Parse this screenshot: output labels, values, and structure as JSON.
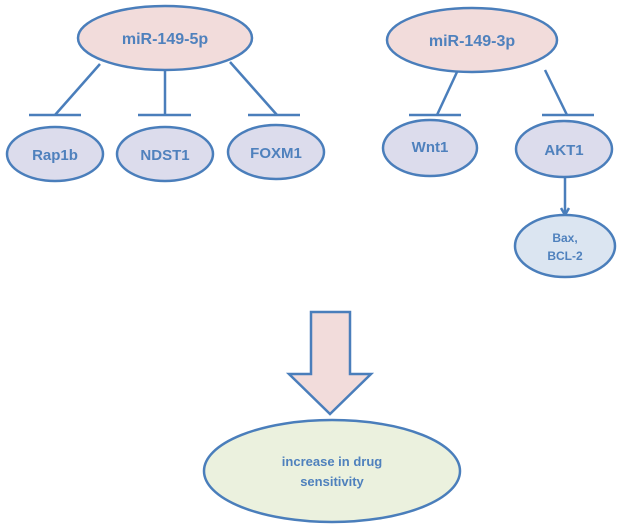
{
  "diagram": {
    "colors": {
      "stroke": "#4a7ebb",
      "text": "#4f81bd",
      "mirna_fill": "#f2dcdb",
      "target_fill": "#dcdcec",
      "downstream_fill": "#dbe5f1",
      "outcome_fill": "#ebf1de",
      "big_arrow_fill": "#f2dcdb"
    },
    "nodes": {
      "mir5p": {
        "label": "miR-149-5p",
        "type": "mirna"
      },
      "rap1b": {
        "label": "Rap1b",
        "type": "target"
      },
      "ndst1": {
        "label": "NDST1",
        "type": "target"
      },
      "foxm1": {
        "label": "FOXM1",
        "type": "target"
      },
      "mir3p": {
        "label": "miR-149-3p",
        "type": "mirna"
      },
      "wnt1": {
        "label": "Wnt1",
        "type": "target"
      },
      "akt1": {
        "label": "AKT1",
        "type": "target"
      },
      "bax": {
        "label_line1": "Bax,",
        "label_line2": "BCL-2",
        "type": "downstream"
      },
      "outcome": {
        "label_line1": "increase in drug",
        "label_line2": "sensitivity",
        "type": "outcome"
      }
    },
    "edges": [
      {
        "from": "miR-149-5p",
        "to": "Rap1b",
        "kind": "inhibition"
      },
      {
        "from": "miR-149-5p",
        "to": "NDST1",
        "kind": "inhibition"
      },
      {
        "from": "miR-149-5p",
        "to": "FOXM1",
        "kind": "inhibition"
      },
      {
        "from": "miR-149-3p",
        "to": "Wnt1",
        "kind": "inhibition"
      },
      {
        "from": "miR-149-3p",
        "to": "AKT1",
        "kind": "inhibition"
      },
      {
        "from": "AKT1",
        "to": "Bax, BCL-2",
        "kind": "activation"
      },
      {
        "from": "all",
        "to": "increase in drug sensitivity",
        "kind": "result-arrow"
      }
    ]
  }
}
